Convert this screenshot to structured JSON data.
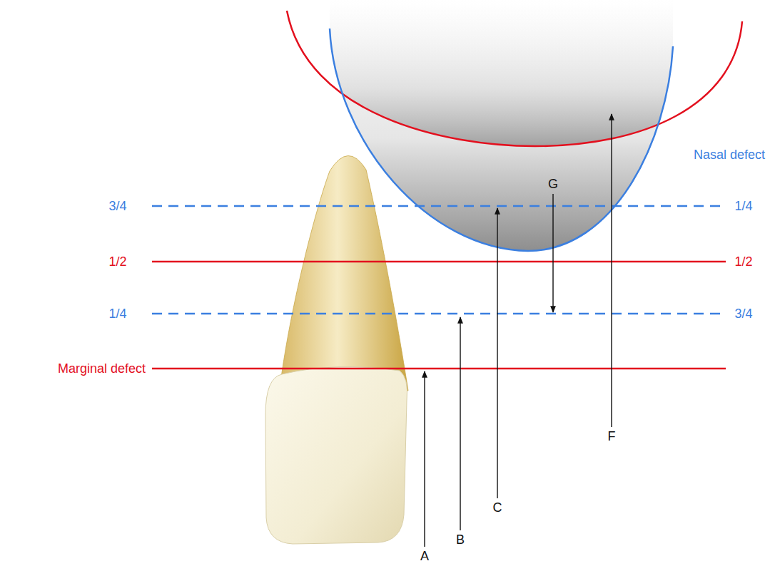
{
  "diagram": {
    "labels": [
      "Nasal defect",
      "G",
      "3/4",
      "1/4",
      "1/2",
      "1/2",
      "1/4",
      "3/4",
      "Marginal defect",
      "F",
      "C",
      "B",
      "A"
    ]
  }
}
